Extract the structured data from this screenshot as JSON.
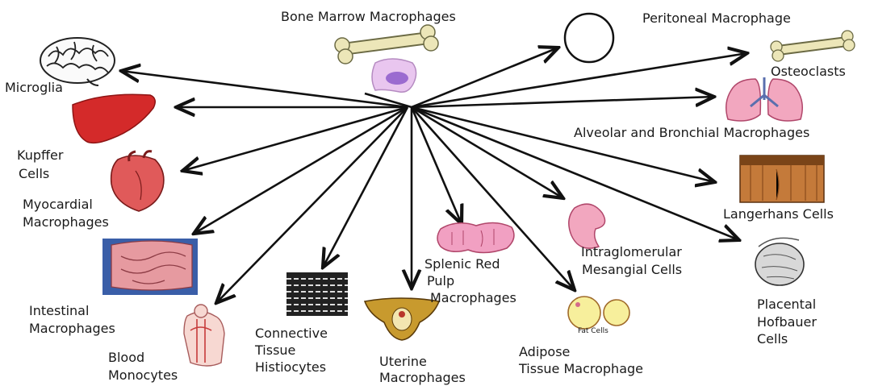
{
  "labels": {
    "bone_marrow": "Bone Marrow Macrophages",
    "peritoneal": "Peritoneal Macrophage",
    "osteoclasts": "Osteoclasts",
    "microglia": "Microglia",
    "alveolar": "Alveolar and Bronchial Macrophages",
    "kupffer_1": "Kupffer",
    "kupffer_2": "Cells",
    "myocardial_1": "Myocardial",
    "myocardial_2": "Macrophages",
    "langerhans": "Langerhans Cells",
    "splenic_1": "Splenic Red",
    "splenic_2": "Pulp",
    "splenic_3": "Macrophages",
    "intraglomerular_1": "Intraglomerular",
    "intraglomerular_2": "Mesangial Cells",
    "placental_1": "Placental",
    "placental_2": "Hofbauer",
    "placental_3": "Cells",
    "intestinal_1": "Intestinal",
    "intestinal_2": "Macrophages",
    "connective_1": "Connective",
    "connective_2": "Tissue",
    "connective_3": "Histiocytes",
    "blood_1": "Blood",
    "blood_2": "Monocytes",
    "uterine_1": "Uterine",
    "uterine_2": "Macrophages",
    "adipose_1": "Adipose",
    "adipose_2": "Tissue Macrophage",
    "fat_cells": "Fat Cells"
  },
  "icons": [
    "brain-icon",
    "bone-icon",
    "bone-marrow-cell-icon",
    "circle-outline-icon",
    "small-bone-icon",
    "liver-icon",
    "lungs-icon",
    "heart-icon",
    "skin-section-icon",
    "spleen-icon",
    "kidney-icon",
    "placenta-icon",
    "intestines-icon",
    "connective-tissue-icon",
    "uterus-icon",
    "fat-cells-icon",
    "body-circulation-icon"
  ],
  "colors": {
    "arrow": "#111111",
    "organ_red": "#d42a2a",
    "tissue_pink": "#f2a7bf",
    "bone": "#ece6b8",
    "skin_brown": "#b86a2c"
  }
}
